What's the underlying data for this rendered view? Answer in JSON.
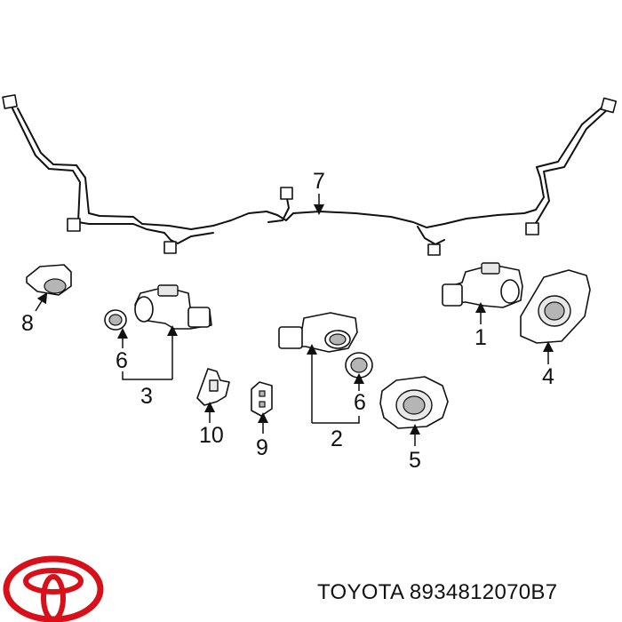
{
  "diagram": {
    "callouts": {
      "c1": "1",
      "c2": "2",
      "c3": "3",
      "c4": "4",
      "c5": "5",
      "c6a": "6",
      "c6b": "6",
      "c7": "7",
      "c8": "8",
      "c9": "9",
      "c10": "10"
    }
  },
  "footer": {
    "brand": "TOYOTA",
    "part_number": "8934812070B7"
  },
  "colors": {
    "logo": "#d8101a",
    "line_art": "#111111",
    "background": "#ffffff"
  },
  "icons": [
    "toyota-logo-icon"
  ]
}
